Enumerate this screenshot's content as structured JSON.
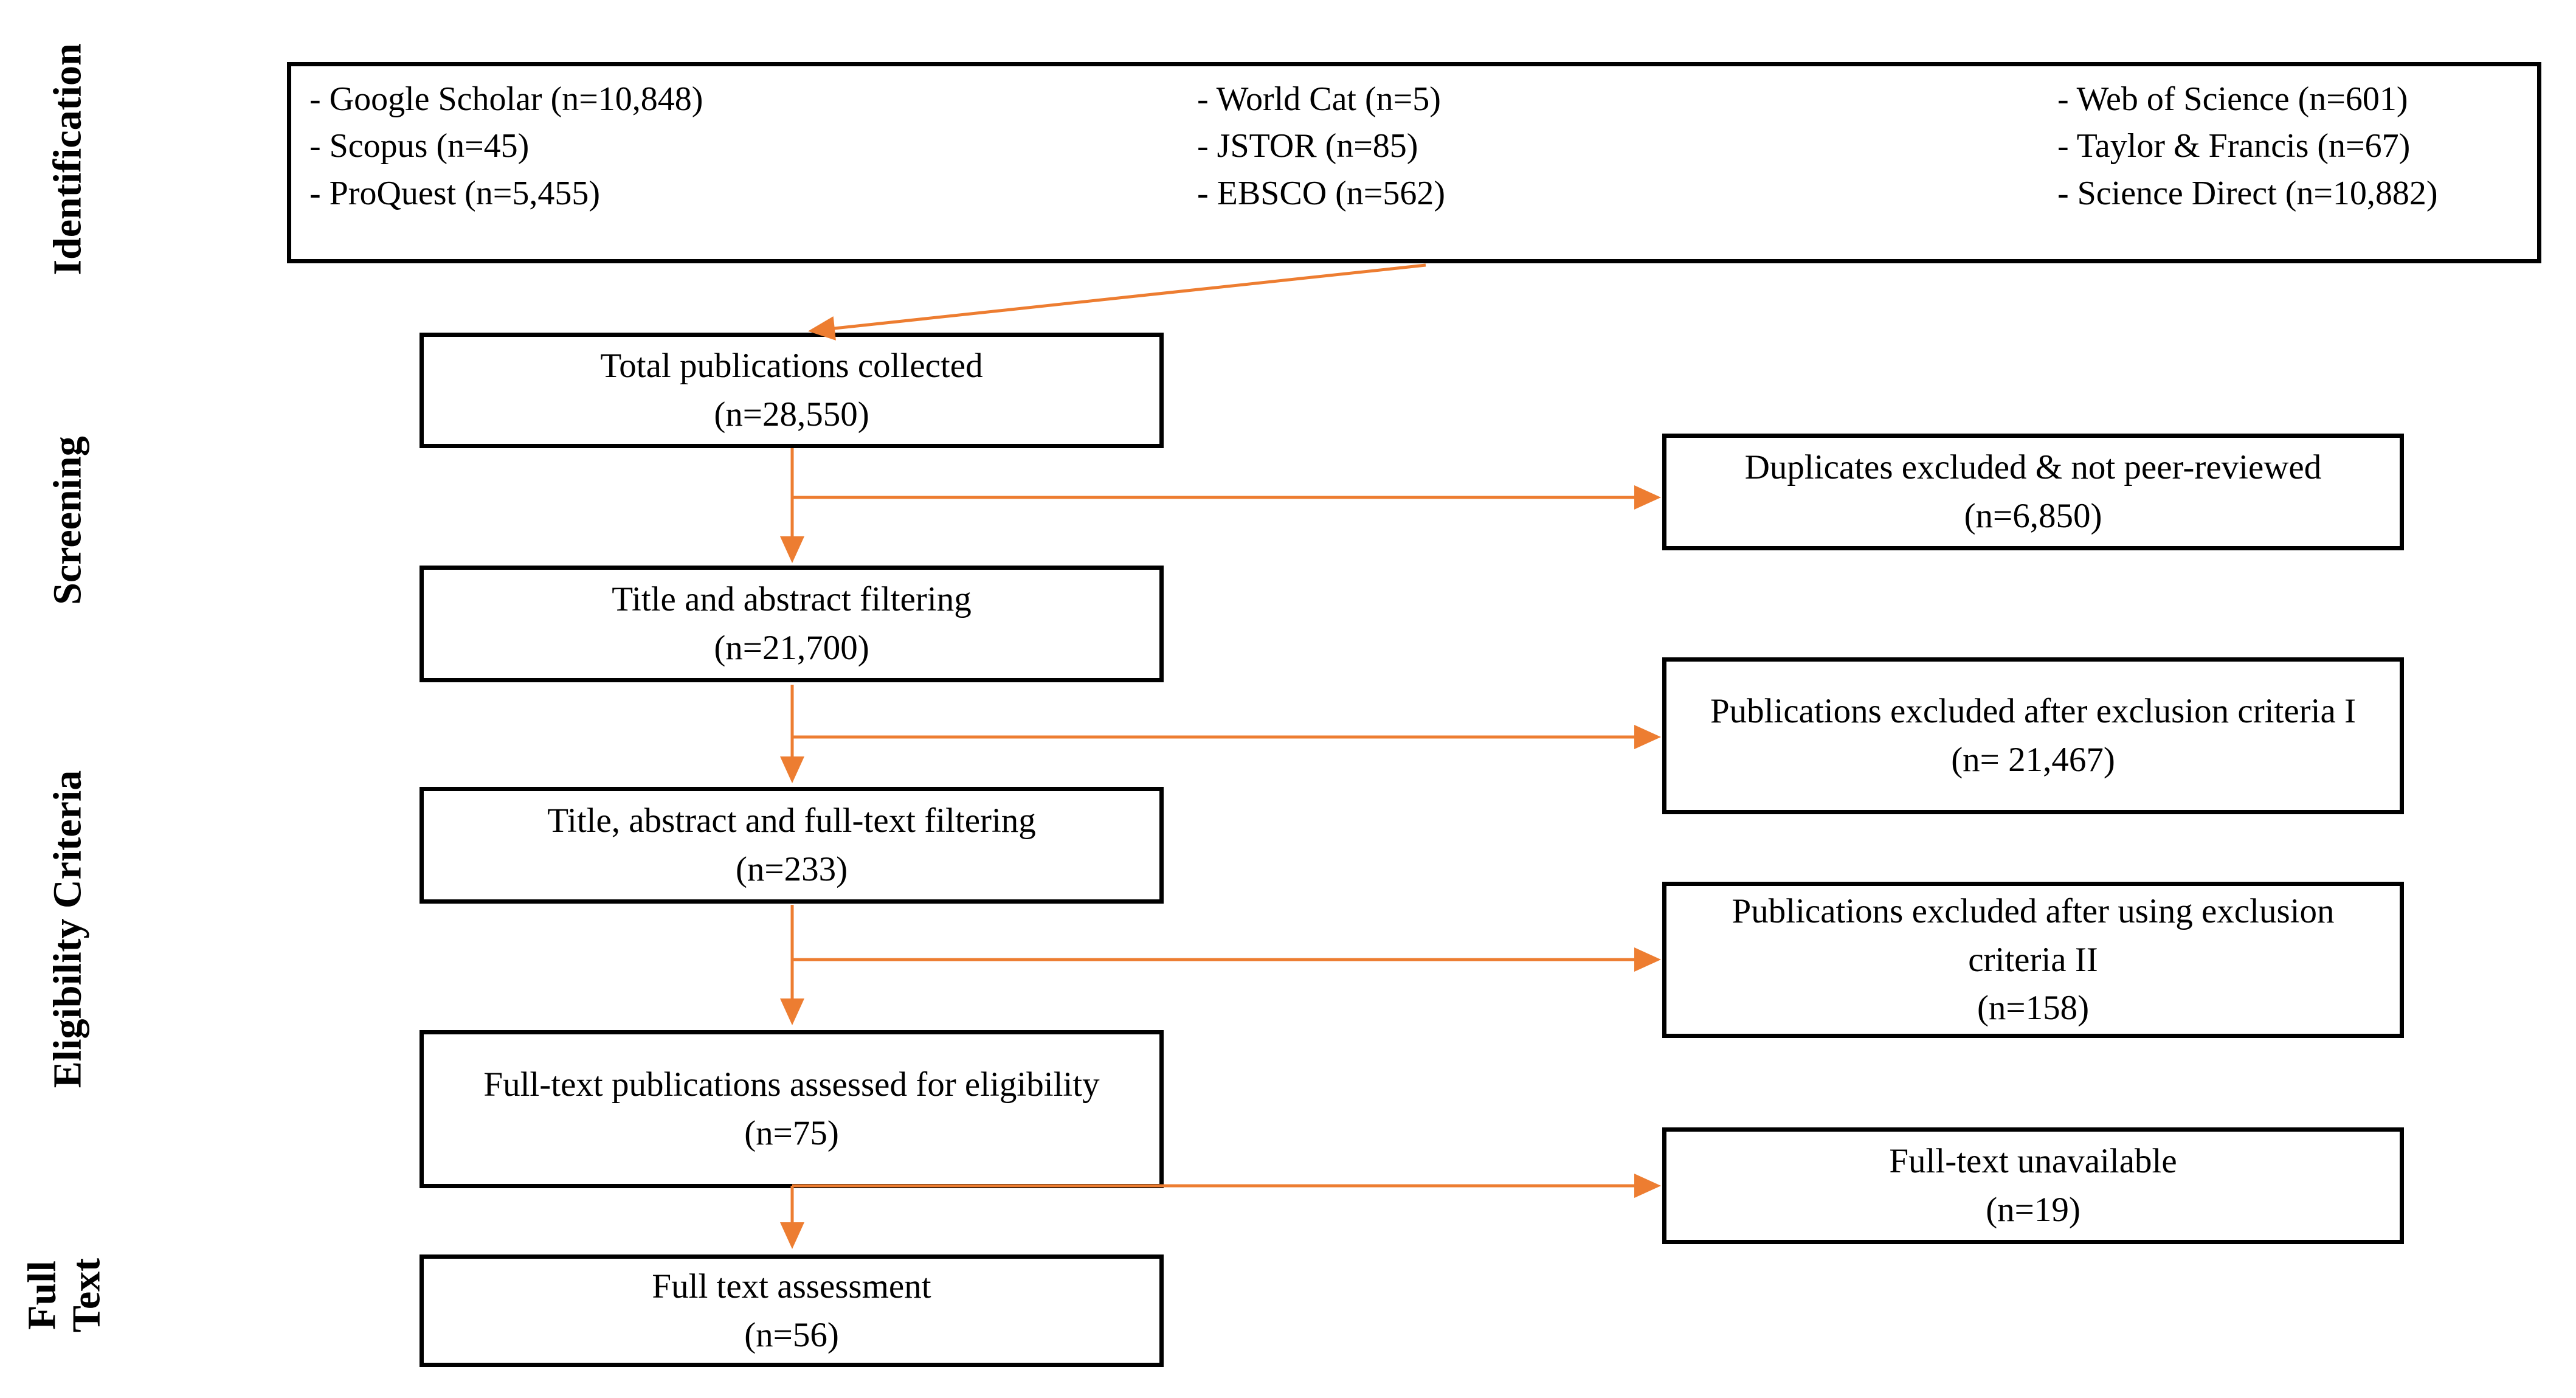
{
  "palette": {
    "accent_orange": "#ED7D31",
    "box_border": "#000000",
    "background": "#FFFFFF",
    "text": "#000000"
  },
  "stage_labels": [
    {
      "id": "identification",
      "label": "Identification"
    },
    {
      "id": "screening",
      "label": "Screening"
    },
    {
      "id": "eligibility-criteria",
      "label": "Eligibility Criteria"
    },
    {
      "id": "full-text",
      "label": "Full Text"
    }
  ],
  "sources": {
    "columns": [
      {
        "items": [
          "- Google Scholar (n=10,848)",
          "- Scopus (n=45)",
          "- ProQuest (n=5,455)"
        ]
      },
      {
        "items": [
          "- World Cat (n=5)",
          "- JSTOR (n=85)",
          "- EBSCO (n=562)"
        ]
      },
      {
        "items": [
          "- Web of Science (n=601)",
          "- Taylor & Francis (n=67)",
          "- Science Direct (n=10,882)"
        ]
      }
    ]
  },
  "flow_boxes": [
    {
      "id": "total-collected",
      "label": "Total publications collected",
      "count": "(n=28,550)"
    },
    {
      "id": "title-abstract-filtering",
      "label": "Title and abstract filtering",
      "count": "(n=21,700)"
    },
    {
      "id": "title-abstract-fulltext-filtering",
      "label": "Title, abstract and full-text filtering",
      "count": "(n=233)"
    },
    {
      "id": "fulltext-assessed",
      "label": "Full-text publications assessed for eligibility",
      "count": "(n=75)"
    },
    {
      "id": "fulltext-assessment",
      "label": "Full text assessment",
      "count": "(n=56)"
    }
  ],
  "exclusion_boxes": [
    {
      "id": "duplicates-excluded",
      "label": "Duplicates excluded & not peer-reviewed",
      "count": "(n=6,850)"
    },
    {
      "id": "excluded-criteria-1",
      "label": "Publications excluded after exclusion criteria I",
      "count": "(n= 21,467)"
    },
    {
      "id": "excluded-criteria-2",
      "label": "Publications excluded after using exclusion criteria II",
      "count": "(n=158)"
    },
    {
      "id": "fulltext-unavailable",
      "label": "Full-text unavailable",
      "count": "(n=19)"
    }
  ]
}
